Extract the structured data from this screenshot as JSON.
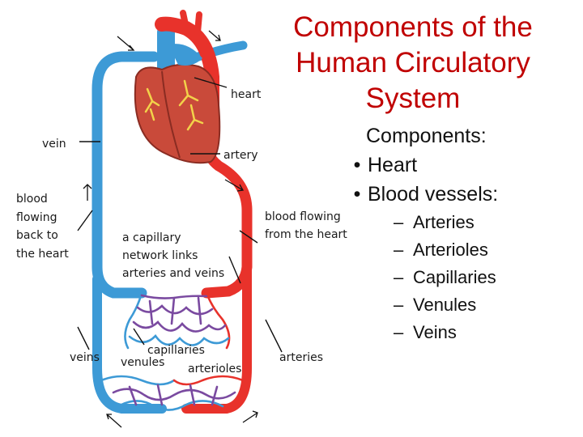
{
  "title": {
    "line1": "Components of the",
    "line2": "Human Circulatory",
    "line3": "System"
  },
  "components": {
    "heading": "Components:",
    "bullet_glyph": "•",
    "dash_glyph": "–",
    "items": [
      "Heart",
      "Blood vessels:"
    ],
    "vessels": [
      "Arteries",
      "Arterioles",
      "Capillaries",
      "Venules",
      "Veins"
    ]
  },
  "labels": {
    "heart": "heart",
    "vein": "vein",
    "artery": "artery",
    "back_line1": "blood",
    "back_line2": "flowing",
    "back_line3": "back to",
    "back_line4": "the heart",
    "cap_line1": "a capillary",
    "cap_line2": "network links",
    "cap_line3": "arteries and veins",
    "from_line1": "blood flowing",
    "from_line2": "from the heart",
    "veins": "veins",
    "capillaries": "capillaries",
    "venules": "venules",
    "arterioles": "arterioles",
    "arteries": "arteries"
  },
  "colors": {
    "artery": "#e8322b",
    "vein": "#3d9ad6",
    "capillary": "#7a4aa0",
    "heart": "#c94a3a",
    "title": "#c00000"
  }
}
